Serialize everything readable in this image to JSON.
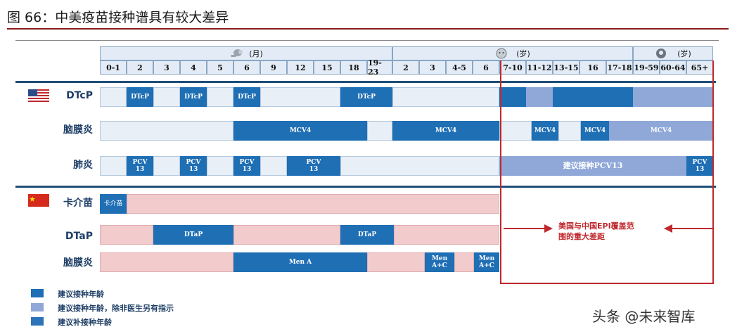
{
  "title": "图 66：中美疫苗接种谱具有较大差异",
  "header": {
    "group_month": "(月)",
    "group_year_child": "(岁)",
    "group_year_adult": "(岁)",
    "ages": [
      "0-1",
      "2",
      "3",
      "4",
      "5",
      "6",
      "9",
      "12",
      "15",
      "18",
      "19-23",
      "2",
      "3",
      "4-5",
      "6",
      "7-10",
      "11-12",
      "13-15",
      "16",
      "17-18",
      "19-59",
      "60-64",
      "65+"
    ]
  },
  "rows": {
    "us_dtcp": "DTcP",
    "us_mening": "脑膜炎",
    "us_pneu": "肺炎",
    "cn_bcg": "卡介苗",
    "cn_dtap": "DTaP",
    "cn_mening": "脑膜炎"
  },
  "bars": {
    "dtcp": "DTcP",
    "mcv4": "MCV4",
    "pcv_l1": "PCV",
    "pcv_l2": "13",
    "pcv13_rec": "建议接种PCV13",
    "bcg": "卡介苗",
    "dtap": "DTaP",
    "men_a": "Men A",
    "men_l1": "Men",
    "men_l2": "A+C"
  },
  "annotation": {
    "line1": "美国与中国EPI覆盖范",
    "line2": "围的重大差距"
  },
  "legend": [
    {
      "label": "建议接种年龄",
      "color": "#1f6fb5"
    },
    {
      "label": "建议接种年龄，除非医生另有指示",
      "color": "#8fa8d8"
    },
    {
      "label": "建议补接种年龄",
      "color": "#2c73b8"
    }
  ],
  "watermark": "头条 @未来智库",
  "colors": {
    "dark": "#1f6fb5",
    "light": "#8fa8d8",
    "pink": "#f2cccd",
    "red": "#c0282d"
  }
}
